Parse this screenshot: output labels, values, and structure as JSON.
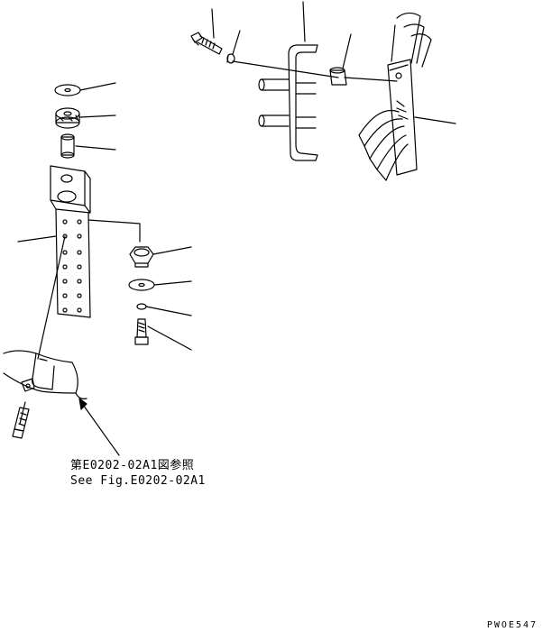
{
  "reference": {
    "jp": "第E0202-02A1図参照",
    "en": "See Fig.E0202-02A1"
  },
  "drawing_code": "PWOE547",
  "icons": [
    "bolt-icon",
    "washer-icon",
    "nut-icon",
    "collar-icon",
    "spacer-icon",
    "bracket-icon",
    "clamp-icon",
    "hose-icon",
    "u-bolt-icon",
    "leader-line-icon"
  ]
}
